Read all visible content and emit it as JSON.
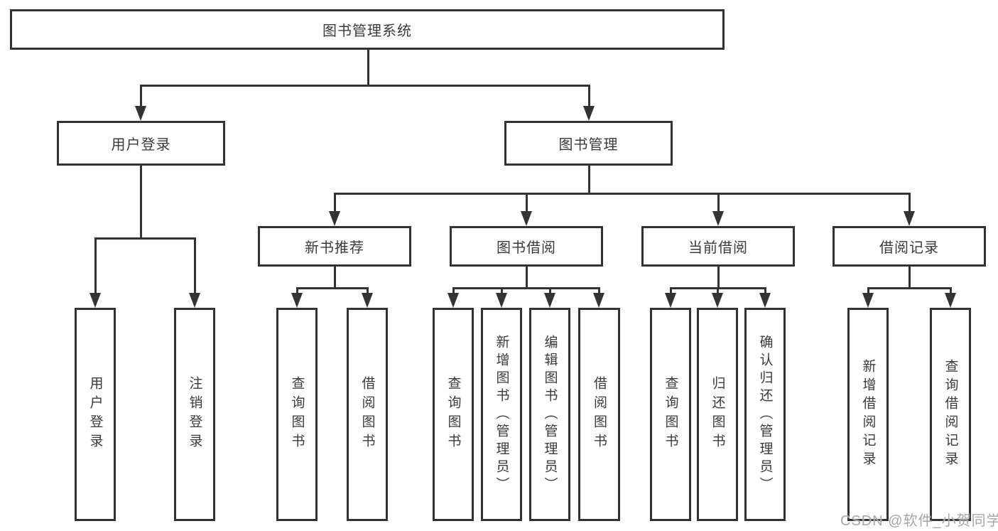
{
  "tree": {
    "root": {
      "label": "图书管理系统",
      "children": [
        {
          "label": "用户登录",
          "children": [
            {
              "label": "用户登录"
            },
            {
              "label": "注销登录"
            }
          ]
        },
        {
          "label": "图书管理",
          "children": [
            {
              "label": "新书推荐",
              "children": [
                {
                  "label": "查询图书"
                },
                {
                  "label": "借阅图书"
                }
              ]
            },
            {
              "label": "图书借阅",
              "children": [
                {
                  "label": "查询图书"
                },
                {
                  "label": "新增图书（管理员）"
                },
                {
                  "label": "编辑图书（管理员）"
                },
                {
                  "label": "借阅图书"
                }
              ]
            },
            {
              "label": "当前借阅",
              "children": [
                {
                  "label": "查询图书"
                },
                {
                  "label": "归还图书"
                },
                {
                  "label": "确认归还（管理员）"
                }
              ]
            },
            {
              "label": "借阅记录",
              "children": [
                {
                  "label": "新增借阅记录"
                },
                {
                  "label": "查询借阅记录"
                }
              ]
            }
          ]
        }
      ]
    }
  },
  "watermark": {
    "text": "CSDN @软件_小贺同学"
  },
  "colors": {
    "line": "#333333",
    "text": "#3a3a3a",
    "background": "#ffffff",
    "watermark": "#a6a6a6"
  }
}
